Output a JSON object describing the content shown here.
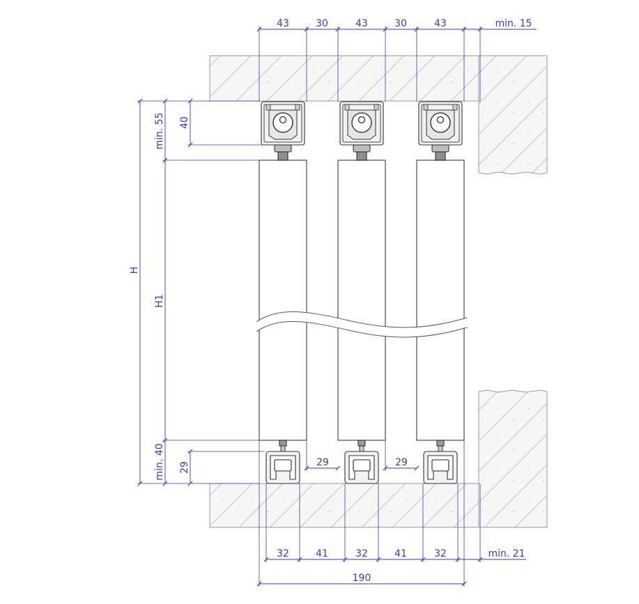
{
  "colors": {
    "dimension": "#3b3bb3",
    "stone_fill": "#f4f4f4",
    "stone_edge": "#9a9a9a",
    "panel_stroke": "#4a4a4a"
  },
  "top_dims": {
    "profile_1": "43",
    "gap_1": "30",
    "profile_2": "43",
    "gap_2": "30",
    "profile_3": "43",
    "wall_clearance": "min. 15"
  },
  "left_dims": {
    "top_clearance": "min. 55",
    "track_height": "40",
    "total_height": "H",
    "panel_height": "H1",
    "bottom_clearance": "min. 40",
    "guide_height": "29"
  },
  "inner_dims": {
    "gap_a": "29",
    "gap_b": "29"
  },
  "bottom_dims": {
    "guide_1": "32",
    "space_1": "41",
    "guide_2": "32",
    "space_2": "41",
    "guide_3": "32",
    "wall_clearance": "min. 21",
    "overall_width": "190"
  }
}
